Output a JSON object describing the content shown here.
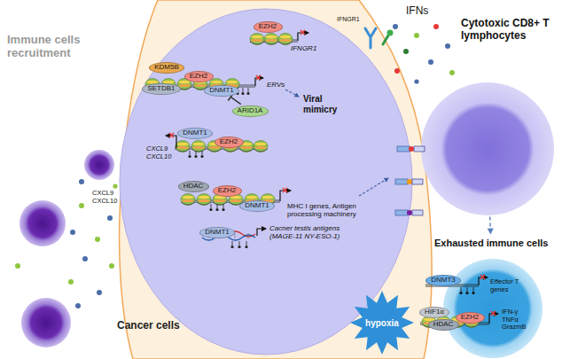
{
  "diagram": {
    "nodes": [
      {
        "text": [
          "Cancer cells"
        ]
      },
      {
        "text": [
          "KDM5B"
        ],
        "in": 0
      },
      {
        "text": [
          "SETDB1"
        ],
        "in": 0
      },
      {
        "text": [
          "EZH2"
        ],
        "in": 0
      },
      {
        "text": [
          "DNMT1"
        ],
        "in": 0
      },
      {
        "text": [
          "EZH2"
        ],
        "in": 0
      },
      {
        "text": [
          "ARID1A"
        ],
        "in": 0
      },
      {
        "text": [
          "DNMT1"
        ],
        "in": 0
      },
      {
        "text": [
          "EZH2"
        ],
        "in": 0
      },
      {
        "text": [
          "HDAC"
        ],
        "in": 0
      },
      {
        "text": [
          "EZH2"
        ],
        "in": 0
      },
      {
        "text": [
          "DNMT1"
        ],
        "in": 0
      },
      {
        "text": [
          "DNMT1"
        ],
        "in": 0
      },
      {
        "text": [
          "Cytotoxic CD8+ T lymphocytes"
        ]
      },
      {
        "text": [
          "Exhausted immune cells"
        ]
      },
      {
        "text": [
          "DNMT3"
        ],
        "in": 14
      },
      {
        "text": [
          "HIF1α"
        ],
        "in": 14
      },
      {
        "text": [
          "HDAC"
        ],
        "in": 14
      },
      {
        "text": [
          "EZH2"
        ],
        "in": 14
      },
      {
        "text": [
          "hypoxia"
        ]
      }
    ],
    "edges": [
      {
        "from": 6,
        "to": 4,
        "arrow": "to"
      },
      {
        "from": 13,
        "to": 14,
        "arrow": "to"
      }
    ],
    "labels": [
      "Immune cells recruitment",
      "CXCL9 CXCL10",
      "IFNGR1",
      "ERVs",
      "Viral mimicry",
      "CXCL9 CXCL10",
      "MHC I genes, Antigen processing machinery",
      "Cacner testis antigens (MAGE-11 NY-ESO-1)",
      "IFNGR1",
      "IFNs",
      "Effector T genes",
      "IFN-γ TNFα GrazmB"
    ]
  }
}
